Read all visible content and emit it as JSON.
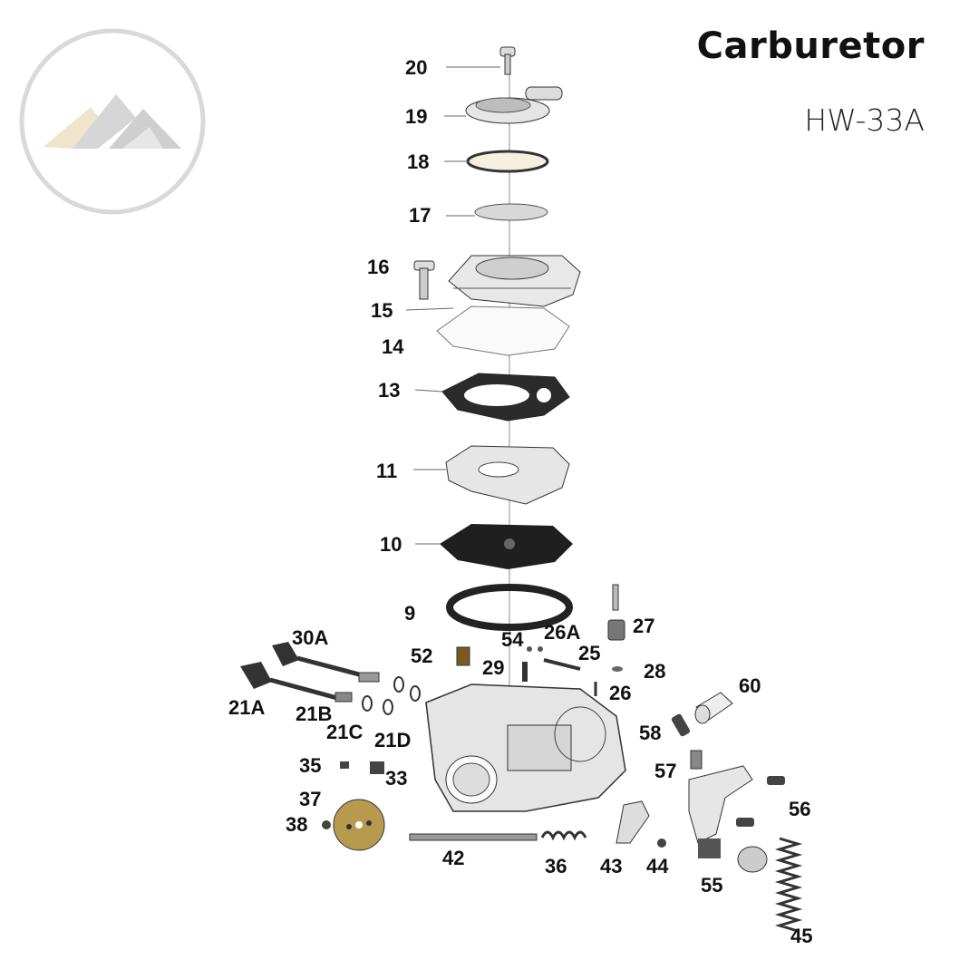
{
  "header": {
    "title": "Carburetor",
    "model": "HW-33A"
  },
  "logo": {
    "icon": "mountain-logo-icon",
    "ring_color": "#d9d9d9",
    "accent_color": "#e8dcc0"
  },
  "parts": {
    "p20": "20",
    "p19": "19",
    "p18": "18",
    "p17": "17",
    "p16": "16",
    "p15": "15",
    "p14": "14",
    "p13": "13",
    "p11": "11",
    "p10": "10",
    "p9": "9",
    "p30A": "30A",
    "p52": "52",
    "p54": "54",
    "p26A": "26A",
    "p27": "27",
    "p25": "25",
    "p29": "29",
    "p28": "28",
    "p26": "26",
    "p21A": "21A",
    "p21B": "21B",
    "p21C": "21C",
    "p21D": "21D",
    "p60": "60",
    "p58": "58",
    "p35": "35",
    "p33": "33",
    "p57": "57",
    "p37": "37",
    "p56": "56",
    "p38": "38",
    "p42": "42",
    "p36": "36",
    "p43": "43",
    "p44": "44",
    "p55": "55",
    "p45": "45"
  },
  "colors": {
    "part_fill": "#e6e6e6",
    "part_stroke": "#3a3a3a",
    "gasket": "#2b2b2b",
    "plate": "#b89a4e"
  }
}
